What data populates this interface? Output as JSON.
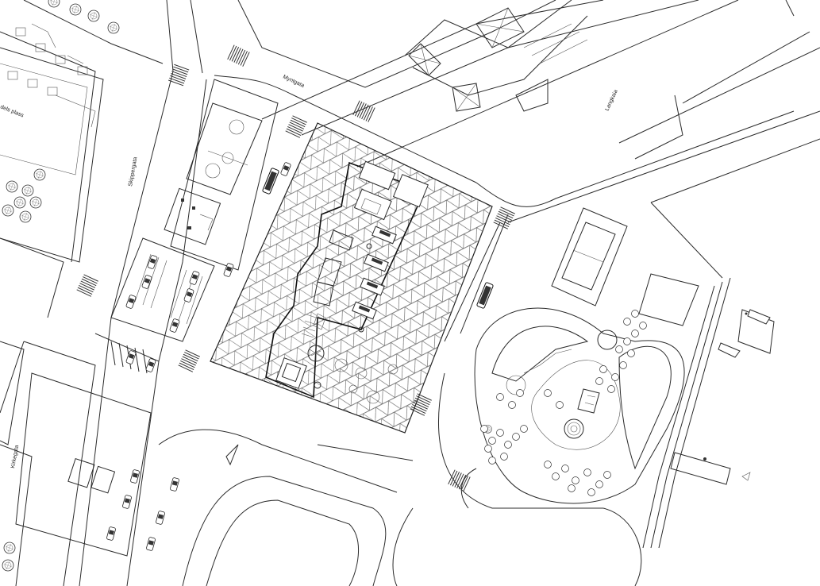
{
  "map": {
    "labels": {
      "plaza": "dels plass",
      "street_north": "Myntgata",
      "street_east": "Langkaia",
      "street_west": "Skippergata",
      "street_southwest": "Kirkegata"
    }
  },
  "legend": {
    "icons": [
      "car-icon",
      "tree-icon",
      "boat-icon",
      "stair-icon"
    ]
  }
}
